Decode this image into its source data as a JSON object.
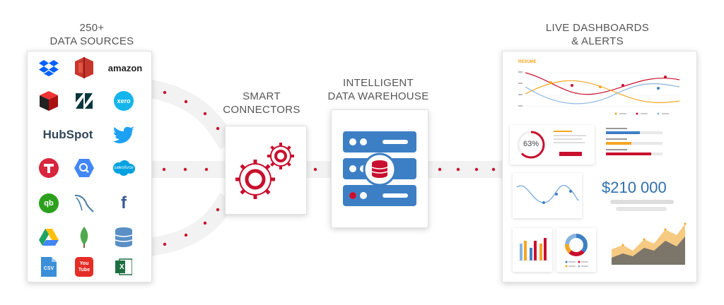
{
  "sources": {
    "caption_line1": "250+",
    "caption_line2": "DATA SOURCES",
    "icons": [
      {
        "name": "dropbox-icon"
      },
      {
        "name": "aws-s3-icon"
      },
      {
        "name": "amazon-logo",
        "text": "amazon"
      },
      {
        "name": "database-cube-icon"
      },
      {
        "name": "zendesk-icon"
      },
      {
        "name": "xero-icon",
        "text": "xero"
      },
      {
        "name": "hubspot-logo",
        "text": "HubSpot"
      },
      {
        "name": "twitter-icon"
      },
      {
        "name": "tango-icon"
      },
      {
        "name": "bigquery-icon"
      },
      {
        "name": "salesforce-icon",
        "text": "salesforce"
      },
      {
        "name": "quickbooks-icon",
        "text": "qb"
      },
      {
        "name": "mysql-icon"
      },
      {
        "name": "facebook-icon",
        "text": "f"
      },
      {
        "name": "google-drive-icon"
      },
      {
        "name": "mongodb-icon"
      },
      {
        "name": "database-stack-icon"
      },
      {
        "name": "csv-file-icon",
        "text": "CSV"
      },
      {
        "name": "youtube-icon",
        "text": "You Tube"
      },
      {
        "name": "excel-icon",
        "text": "X"
      }
    ]
  },
  "connectors": {
    "caption_line1": "SMART",
    "caption_line2": "CONNECTORS"
  },
  "warehouse": {
    "caption_line1": "INTELLIGENT",
    "caption_line2": "DATA WAREHOUSE"
  },
  "dashboards": {
    "caption_line1": "LIVE DASHBOARDS",
    "caption_line2": "& ALERTS",
    "resume_title": "RESUME",
    "gauge_value": "63%",
    "kpi_value": "$210 000"
  },
  "colors": {
    "accent_red": "#c8102e",
    "server_blue": "#3d7fc4",
    "kpi_blue": "#2f6fb0",
    "orange": "#f5a623",
    "flow_gray": "#f2f2f2"
  }
}
